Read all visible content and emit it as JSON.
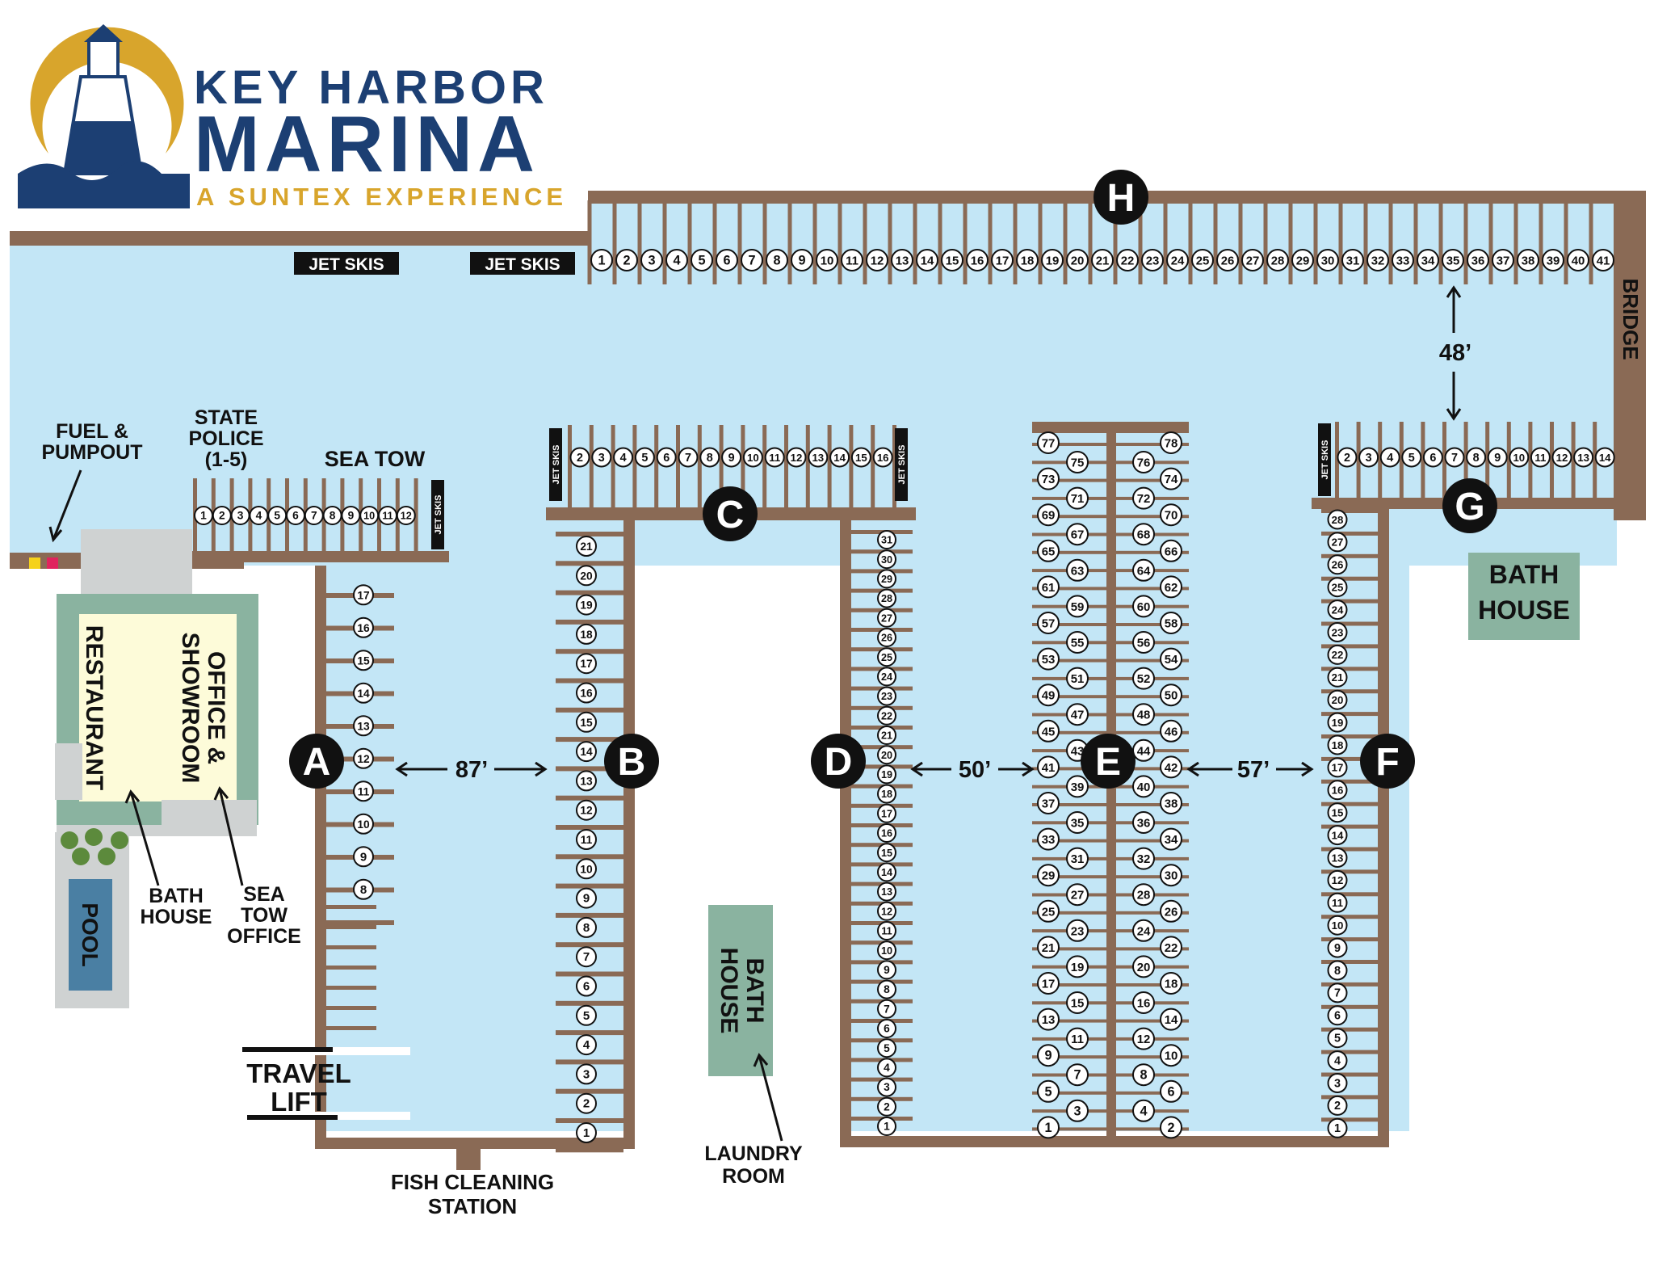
{
  "logo": {
    "line1": "KEY HARBOR",
    "line2": "MARINA",
    "tagline": "A SUNTEX EXPERIENCE"
  },
  "colors": {
    "water": "#c3e6f6",
    "dock": "#8a6a55",
    "building": "#8ab3a0",
    "navy": "#1c3f73",
    "gold": "#d8a52c"
  },
  "labels": {
    "jet_skis": "JET SKIS",
    "fuel": [
      "FUEL &",
      "PUMPOUT"
    ],
    "state_police": [
      "STATE",
      "POLICE",
      "(1-5)"
    ],
    "sea_tow": "SEA TOW",
    "bridge": "BRIDGE",
    "bath_house_g": [
      "BATH",
      "HOUSE"
    ],
    "restaurant": "RESTAURANT",
    "office": [
      "OFFICE &",
      "SHOWROOM"
    ],
    "bath_house_left": [
      "BATH",
      "HOUSE"
    ],
    "sea_tow_office": [
      "SEA",
      "TOW",
      "OFFICE"
    ],
    "pool": "POOL",
    "travel_lift": [
      "TRAVEL",
      "LIFT"
    ],
    "fish_cleaning": [
      "FISH CLEANING",
      "STATION"
    ],
    "bath_house_center": [
      "BATH",
      "HOUSE"
    ],
    "laundry": [
      "LAUNDRY",
      "ROOM"
    ],
    "dist_ab": "87’",
    "dist_de": "50’",
    "dist_ef": "57’",
    "dist_gh": "48’"
  },
  "docks": {
    "H": {
      "label": "H",
      "slips": [
        1,
        2,
        3,
        4,
        5,
        6,
        7,
        8,
        9,
        10,
        11,
        12,
        13,
        14,
        15,
        16,
        17,
        18,
        19,
        20,
        21,
        22,
        23,
        24,
        25,
        26,
        27,
        28,
        29,
        30,
        31,
        32,
        33,
        34,
        35,
        36,
        37,
        38,
        39,
        40,
        41
      ]
    },
    "A_top": {
      "slips": [
        1,
        2,
        3,
        4,
        5,
        6,
        7,
        8,
        9,
        10,
        11,
        12
      ]
    },
    "A": {
      "label": "A",
      "slips": [
        8,
        9,
        10,
        11,
        12,
        13,
        14,
        15,
        16,
        17
      ]
    },
    "B": {
      "label": "B",
      "slips": [
        1,
        2,
        3,
        4,
        5,
        6,
        7,
        8,
        9,
        10,
        11,
        12,
        13,
        14,
        15,
        16,
        17,
        18,
        19,
        20,
        21
      ]
    },
    "C": {
      "label": "C",
      "slips": [
        2,
        3,
        4,
        5,
        6,
        7,
        8,
        9,
        10,
        11,
        12,
        13,
        14,
        15,
        16
      ]
    },
    "D": {
      "label": "D",
      "slips": [
        1,
        2,
        3,
        4,
        5,
        6,
        7,
        8,
        9,
        10,
        11,
        12,
        13,
        14,
        15,
        16,
        17,
        18,
        19,
        20,
        21,
        22,
        23,
        24,
        25,
        26,
        27,
        28,
        29,
        30,
        31
      ]
    },
    "E": {
      "label": "E",
      "col1": [
        1,
        5,
        9,
        13,
        17,
        21,
        25,
        29,
        33,
        37,
        41,
        45,
        49,
        53,
        57,
        61,
        65,
        69,
        73,
        77
      ],
      "col2": [
        3,
        7,
        11,
        15,
        19,
        23,
        27,
        31,
        35,
        39,
        43,
        47,
        51,
        55,
        59,
        63,
        67,
        71,
        75
      ],
      "col3": [
        4,
        8,
        12,
        16,
        20,
        24,
        28,
        32,
        36,
        40,
        44,
        48,
        52,
        56,
        60,
        64,
        68,
        72,
        76
      ],
      "col4": [
        2,
        6,
        10,
        14,
        18,
        22,
        26,
        30,
        34,
        38,
        42,
        46,
        50,
        54,
        58,
        62,
        66,
        70,
        74,
        78
      ]
    },
    "F": {
      "label": "F",
      "slips": [
        1,
        2,
        3,
        4,
        5,
        6,
        7,
        8,
        9,
        10,
        11,
        12,
        13,
        14,
        15,
        16,
        17,
        18,
        19,
        20,
        21,
        22,
        23,
        24,
        25,
        26,
        27,
        28
      ]
    },
    "G": {
      "label": "G",
      "slips": [
        2,
        3,
        4,
        5,
        6,
        7,
        8,
        9,
        10,
        11,
        12,
        13,
        14
      ]
    }
  }
}
